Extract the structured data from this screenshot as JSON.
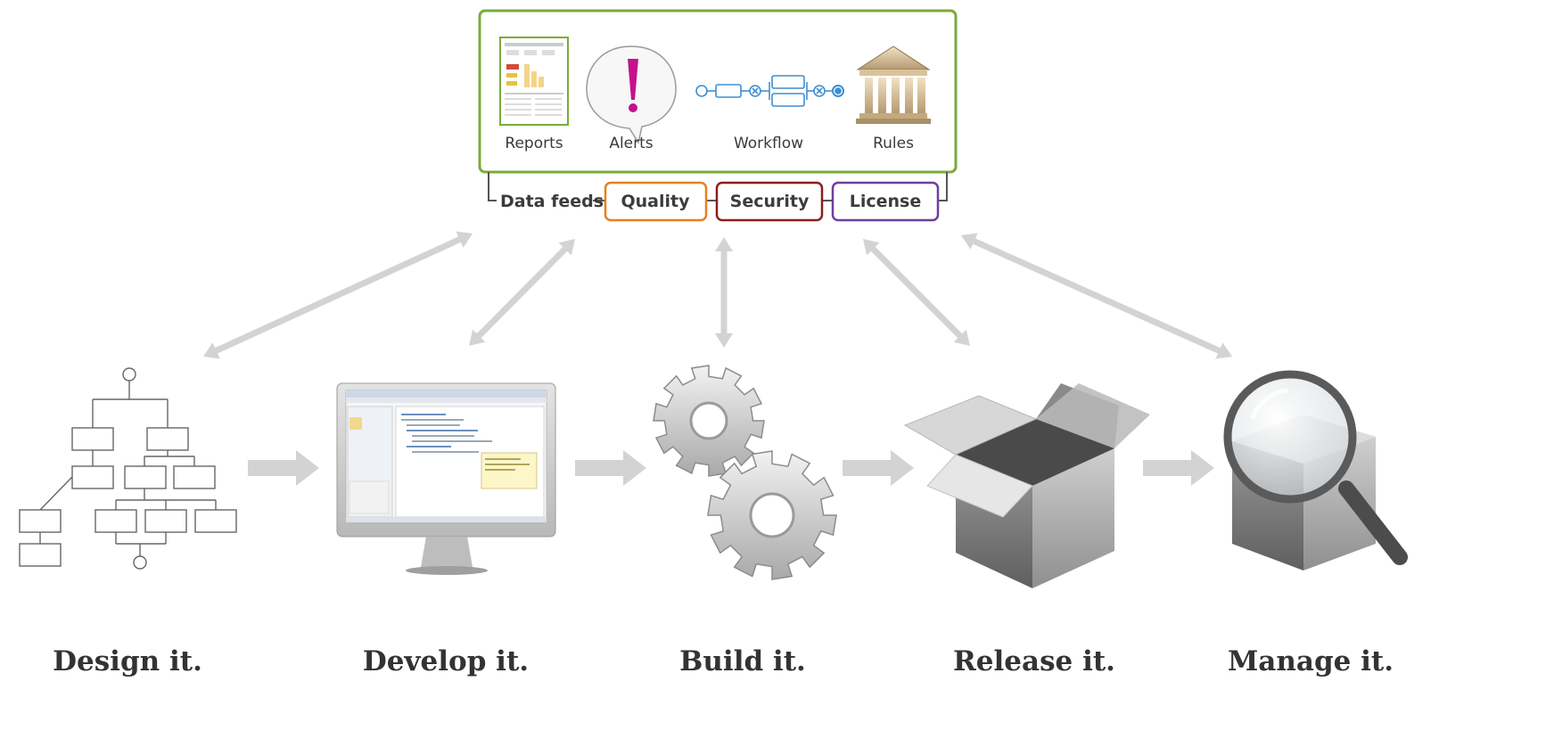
{
  "top_panel": {
    "tools": [
      {
        "label": "Reports",
        "icon": "report-document-icon"
      },
      {
        "label": "Alerts",
        "icon": "alert-speech-bubble-icon"
      },
      {
        "label": "Workflow",
        "icon": "workflow-diagram-icon"
      },
      {
        "label": "Rules",
        "icon": "courthouse-columns-icon"
      }
    ],
    "feeds_label": "Data feeds",
    "feeds": [
      {
        "label": "Quality",
        "color": "#e8801e"
      },
      {
        "label": "Security",
        "color": "#8a1f1f"
      },
      {
        "label": "License",
        "color": "#6e3f9e"
      }
    ],
    "panel_border_color": "#7bab3a"
  },
  "stages": [
    {
      "label": "Design it.",
      "icon": "flowchart-icon"
    },
    {
      "label": "Develop it.",
      "icon": "monitor-ide-icon"
    },
    {
      "label": "Build it.",
      "icon": "gears-icon"
    },
    {
      "label": "Release it.",
      "icon": "open-box-icon"
    },
    {
      "label": "Manage it.",
      "icon": "magnifier-box-icon"
    }
  ],
  "colors": {
    "arrow": "#d3d3d3",
    "alert": "#c4128c",
    "workflow": "#3d8fd3"
  }
}
